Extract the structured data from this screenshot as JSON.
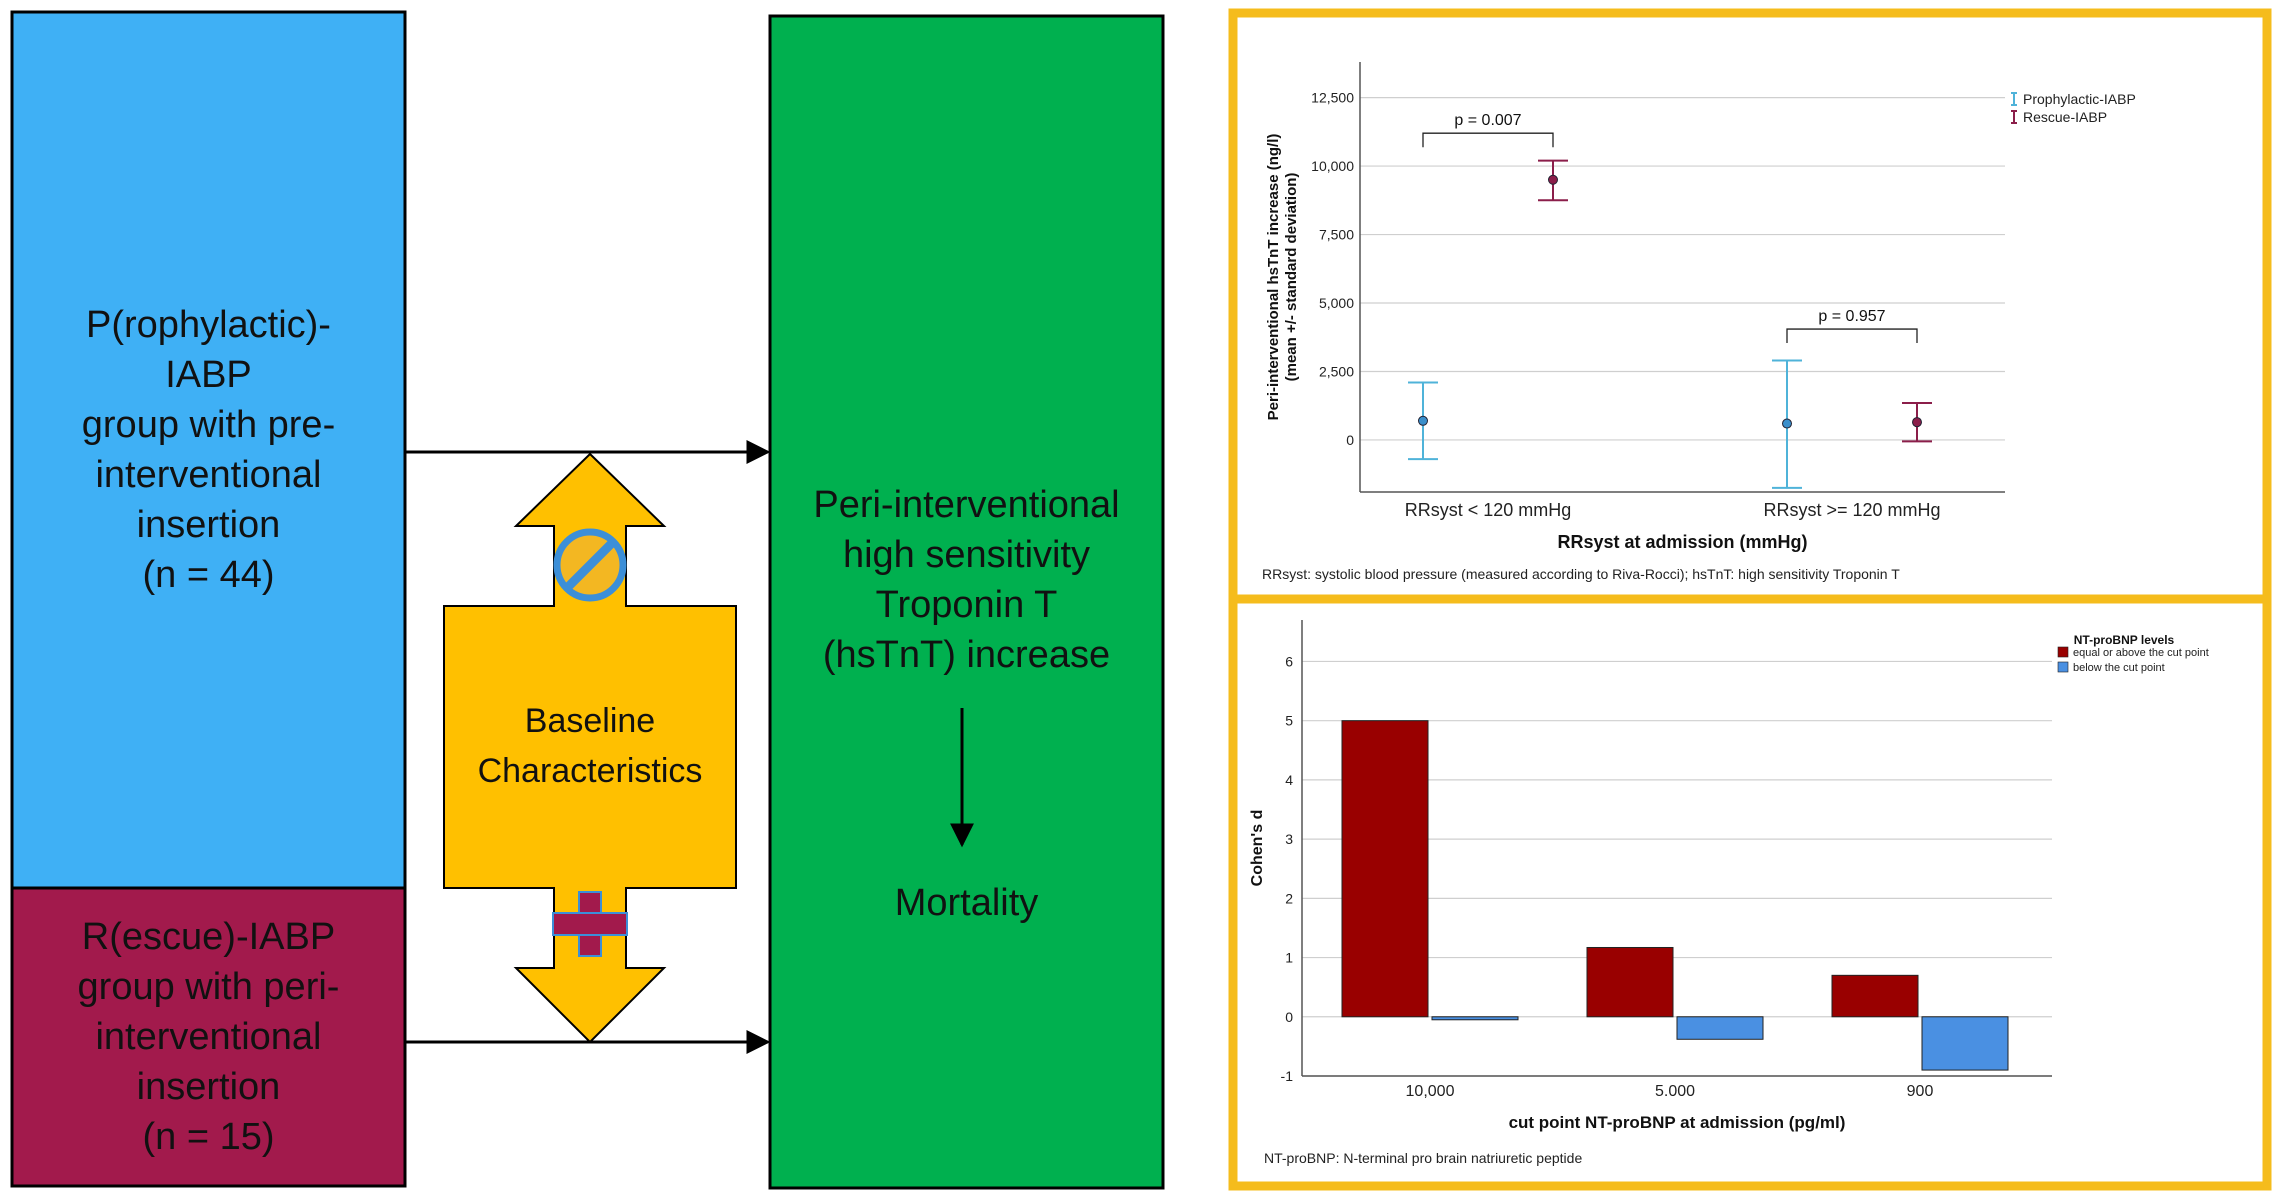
{
  "flow": {
    "p_group_label": "P(rophylactic)-\nIABP\ngroup with pre-\ninterventional\ninsertion\n(n = 44)",
    "r_group_label": "R(escue)-IABP\ngroup with peri-\ninterventional\ninsertion\n(n = 15)",
    "baseline_label": "Baseline\nCharacteristics",
    "outcome_label": "Peri-interventional\nhigh sensitivity\nTroponin T\n(hsTnT) increase",
    "mortality_label": "Mortality"
  },
  "colors": {
    "p_group": "#3FB0F5",
    "r_group": "#A21A4C",
    "outcome": "#00B04F",
    "baseline": "#FFC000",
    "panel_border": "#F5BC1C",
    "prophylactic": "#4FB3D9",
    "rescue": "#8B1E4A",
    "bar_above": "#990000",
    "bar_below": "#4A90E2"
  },
  "chart_data": [
    {
      "type": "scatter",
      "ylabel": "Peri-interventional hsTnT increase (ng/l)\n(mean +/- standard deviation)",
      "xlabel": "RRsyst at admission (mmHg)",
      "categories": [
        "RRsyst < 120 mmHg",
        "RRsyst >= 120 mmHg"
      ],
      "yticks": [
        0,
        2500,
        5000,
        7500,
        10000,
        12500
      ],
      "ytick_labels": [
        "0",
        "2,500",
        "5,000",
        "7,500",
        "10,000",
        "12,500"
      ],
      "ylim": [
        -1900,
        13800
      ],
      "grid": true,
      "legend_position": "top-right",
      "series": [
        {
          "name": "Prophylactic-IABP",
          "mean": [
            700,
            600
          ],
          "lower": [
            -700,
            -1750
          ],
          "upper": [
            2100,
            2900
          ]
        },
        {
          "name": "Rescue-IABP",
          "mean": [
            9500,
            650
          ],
          "lower": [
            8750,
            -50
          ],
          "upper": [
            10200,
            1350
          ]
        }
      ],
      "annotations": [
        "p = 0.007",
        "p = 0.957"
      ],
      "footnote": "RRsyst: systolic blood pressure (measured according to Riva-Rocci); hsTnT: high sensitivity Troponin T"
    },
    {
      "type": "bar",
      "ylabel": "Cohen's d",
      "xlabel": "cut point NT-proBNP at admission (pg/ml)",
      "categories": [
        "10,000",
        "5.000",
        "900"
      ],
      "yticks": [
        -1,
        0,
        1,
        2,
        3,
        4,
        5,
        6
      ],
      "ytick_labels": [
        "-1",
        "0",
        "1",
        "2",
        "3",
        "4",
        "5",
        "6"
      ],
      "ylim": [
        -1,
        6.7
      ],
      "grid": true,
      "legend_title": "NT-proBNP levels",
      "legend_position": "top-right",
      "series": [
        {
          "name": "equal or above the cut point",
          "values": [
            5.0,
            1.17,
            0.7
          ]
        },
        {
          "name": "below the cut point",
          "values": [
            -0.05,
            -0.38,
            -0.9
          ]
        }
      ],
      "footnote": "NT-proBNP: N-terminal pro brain natriuretic peptide"
    }
  ]
}
